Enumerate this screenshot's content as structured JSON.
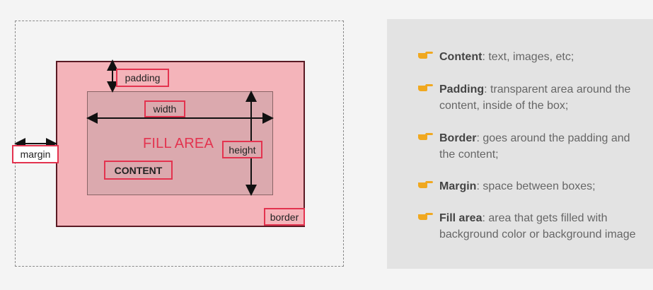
{
  "diagram": {
    "labels": {
      "padding": "padding",
      "width": "width",
      "height": "height",
      "margin": "margin",
      "content": "CONTENT",
      "border": "border",
      "fill_area": "FILL AREA"
    },
    "colors": {
      "accent": "#e3334f",
      "fill": "#f4b4ba",
      "content_fill": "#dba9ae",
      "border_line": "#5a1a24"
    }
  },
  "list": {
    "bullet_icon": "pointing-hand-icon",
    "bullet_color": "#f0a820",
    "items": [
      {
        "term": "Content",
        "line1": ": text, images, etc;",
        "line2": ""
      },
      {
        "term": "Padding",
        "line1": ": transparent area around the",
        "line2": "content, inside of the box;"
      },
      {
        "term": "Border",
        "line1": ": goes around the padding and",
        "line2": "the content;"
      },
      {
        "term": "Margin",
        "line1": ": space between boxes;",
        "line2": ""
      },
      {
        "term": "Fill area",
        "line1": ": area that gets filled with",
        "line2": "background color or background image"
      }
    ]
  }
}
